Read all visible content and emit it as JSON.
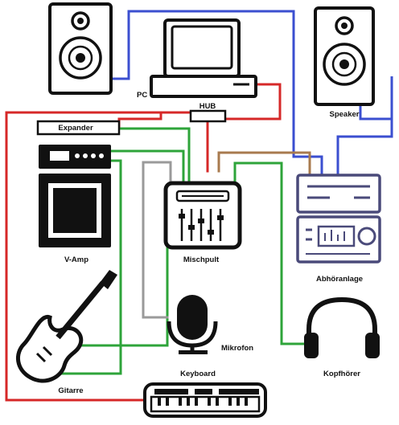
{
  "labels": {
    "pc": "PC",
    "hub": "HUB",
    "speaker": "Speaker",
    "expander": "Expander",
    "vamp": "V-Amp",
    "mischpult": "Mischpult",
    "abhoeranlage": "Abhöranlage",
    "mikrofon": "Mikrofon",
    "kopfhoerer": "Kopfhörer",
    "gitarre": "Gitarre",
    "keyboard": "Keyboard"
  },
  "cable_colors": {
    "usb_red": "#d62828",
    "audio_blue": "#3b4fd0",
    "audio_green": "#2ea43a",
    "mic_gray": "#9a9a9a",
    "phones_brown": "#a87a4e",
    "device_black": "#111111",
    "rack_purple": "#4a4a7a"
  },
  "devices": [
    {
      "id": "speaker-left",
      "icon": "speaker-icon"
    },
    {
      "id": "speaker-right",
      "icon": "speaker-icon"
    },
    {
      "id": "pc",
      "icon": "computer-icon"
    },
    {
      "id": "hub",
      "icon": "usb-hub-icon"
    },
    {
      "id": "expander",
      "icon": "expander-icon"
    },
    {
      "id": "vamp",
      "icon": "amplifier-icon"
    },
    {
      "id": "mischpult",
      "icon": "mixer-icon"
    },
    {
      "id": "abhoeranlage",
      "icon": "stereo-system-icon"
    },
    {
      "id": "mikrofon",
      "icon": "microphone-icon"
    },
    {
      "id": "kopfhoerer",
      "icon": "headphones-icon"
    },
    {
      "id": "gitarre",
      "icon": "guitar-icon"
    },
    {
      "id": "keyboard",
      "icon": "keyboard-icon"
    }
  ]
}
